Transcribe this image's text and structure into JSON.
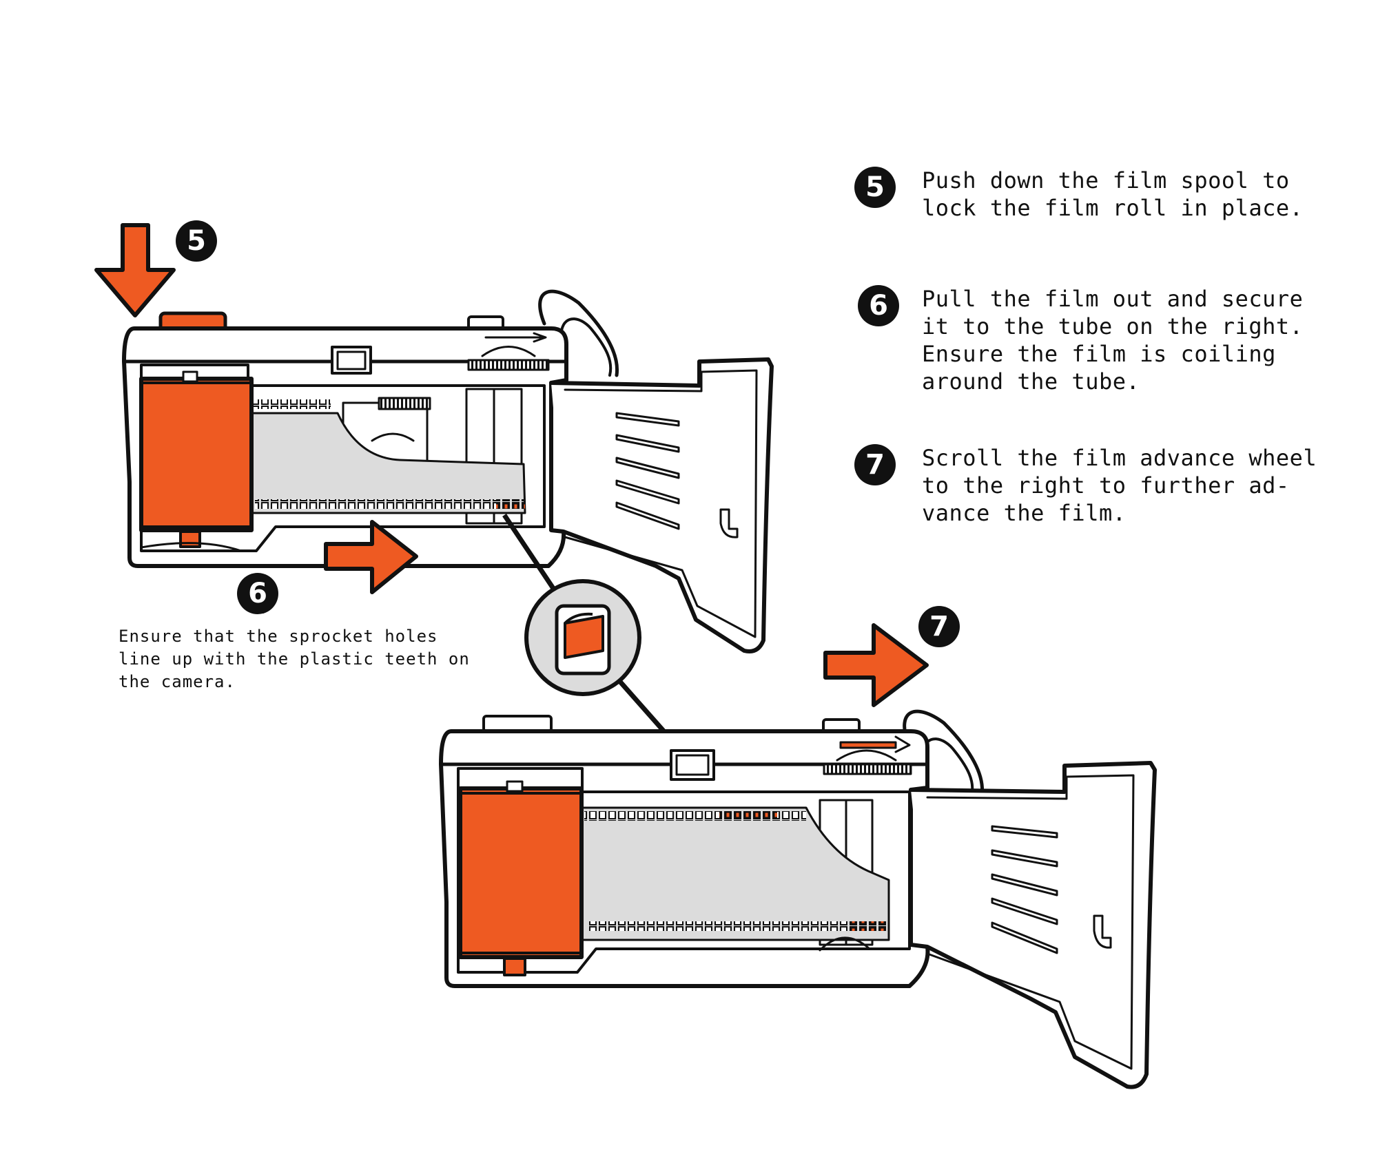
{
  "colors": {
    "accent": "#ee5a22",
    "ink": "#111111",
    "film": "#dcdcdc"
  },
  "steps": [
    {
      "number": "5",
      "text": "Push down the film spool to\nlock the film roll in place."
    },
    {
      "number": "6",
      "text": "Pull the film out and secure\nit to the tube on the right.\nEnsure the film is coiling\naround the tube."
    },
    {
      "number": "7",
      "text": "Scroll the film advance wheel\nto the right to further ad-\nvance the film."
    }
  ],
  "diagram": {
    "badge_5": "5",
    "badge_6": "6",
    "badge_7": "7",
    "caption": "Ensure that the sprocket holes\nline up with the plastic teeth on\nthe camera."
  }
}
